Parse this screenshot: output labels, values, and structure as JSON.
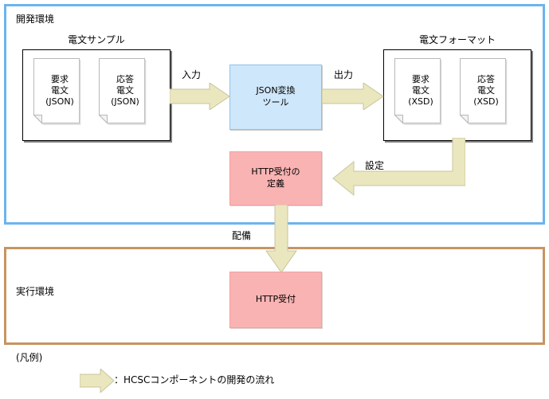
{
  "diagram": {
    "environments": [
      {
        "id": "dev",
        "label": "開発環境",
        "border_color": "#6CB4EE"
      },
      {
        "id": "run",
        "label": "実行環境",
        "border_color": "#C89460"
      }
    ],
    "groups": [
      {
        "id": "sample",
        "title": "電文サンプル"
      },
      {
        "id": "format",
        "title": "電文フォーマット"
      }
    ],
    "documents": [
      {
        "id": "req-json",
        "line1": "要求",
        "line2": "電文",
        "line3": "(JSON)"
      },
      {
        "id": "res-json",
        "line1": "応答",
        "line2": "電文",
        "line3": "(JSON)"
      },
      {
        "id": "req-xsd",
        "line1": "要求",
        "line2": "電文",
        "line3": "(XSD)"
      },
      {
        "id": "res-xsd",
        "line1": "応答",
        "line2": "電文",
        "line3": "(XSD)"
      }
    ],
    "processes": [
      {
        "id": "json-tool",
        "line1": "JSON変換",
        "line2": "ツール",
        "color": "#CFE7FA"
      },
      {
        "id": "http-def",
        "line1": "HTTP受付の",
        "line2": "定義",
        "color": "#F9B3B3"
      },
      {
        "id": "http-recv",
        "line1": "HTTP受付",
        "line2": "",
        "color": "#F9B3B3"
      }
    ],
    "arrows": [
      {
        "id": "input",
        "label": "入力",
        "direction": "right",
        "color": "#EAE6BE"
      },
      {
        "id": "output",
        "label": "出力",
        "direction": "right",
        "color": "#EAE6BE"
      },
      {
        "id": "config",
        "label": "設定",
        "direction": "elbow-left",
        "color": "#EAE6BE"
      },
      {
        "id": "deploy",
        "label": "配備",
        "direction": "down",
        "color": "#EAE6BE"
      }
    ],
    "legend": {
      "title": "(凡例)",
      "entry": "：HCSCコンポーネントの開発の流れ",
      "arrow_color": "#EAE6BE"
    }
  }
}
